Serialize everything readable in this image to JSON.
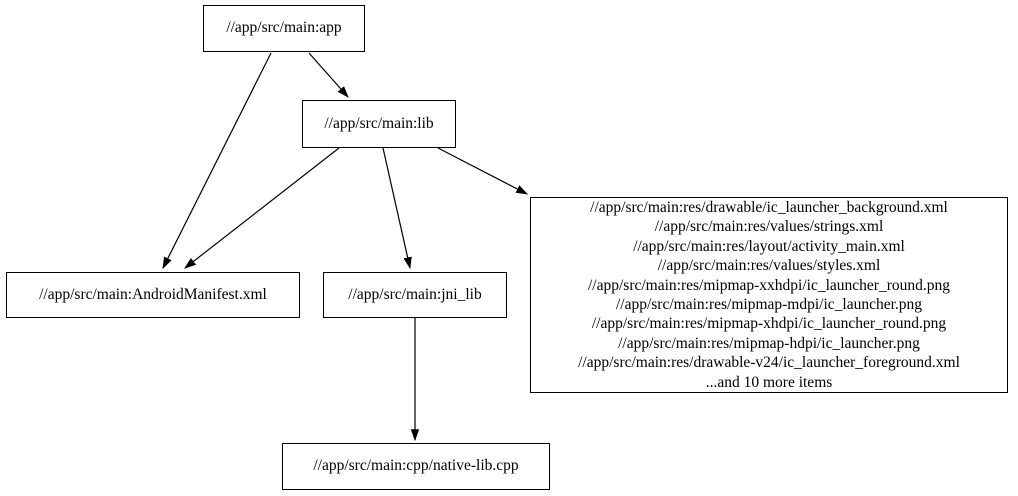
{
  "diagram": {
    "type": "dependency-graph",
    "nodes": {
      "app": {
        "label": "//app/src/main:app"
      },
      "lib": {
        "label": "//app/src/main:lib"
      },
      "android_manifest": {
        "label": "//app/src/main:AndroidManifest.xml"
      },
      "jni_lib": {
        "label": "//app/src/main:jni_lib"
      },
      "resources": {
        "lines": [
          "//app/src/main:res/drawable/ic_launcher_background.xml",
          "//app/src/main:res/values/strings.xml",
          "//app/src/main:res/layout/activity_main.xml",
          "//app/src/main:res/values/styles.xml",
          "//app/src/main:res/mipmap-xxhdpi/ic_launcher_round.png",
          "//app/src/main:res/mipmap-mdpi/ic_launcher.png",
          "//app/src/main:res/mipmap-xhdpi/ic_launcher_round.png",
          "//app/src/main:res/mipmap-hdpi/ic_launcher.png",
          "//app/src/main:res/drawable-v24/ic_launcher_foreground.xml",
          "...and 10 more items"
        ]
      },
      "native_lib": {
        "label": "//app/src/main:cpp/native-lib.cpp"
      }
    },
    "edges": [
      {
        "from": "app",
        "to": "lib"
      },
      {
        "from": "app",
        "to": "android_manifest"
      },
      {
        "from": "lib",
        "to": "android_manifest"
      },
      {
        "from": "lib",
        "to": "jni_lib"
      },
      {
        "from": "lib",
        "to": "resources"
      },
      {
        "from": "jni_lib",
        "to": "native_lib"
      }
    ],
    "colors": {
      "background": "#ffffff",
      "node_border": "#000000",
      "edge": "#000000",
      "text": "#000000"
    }
  }
}
